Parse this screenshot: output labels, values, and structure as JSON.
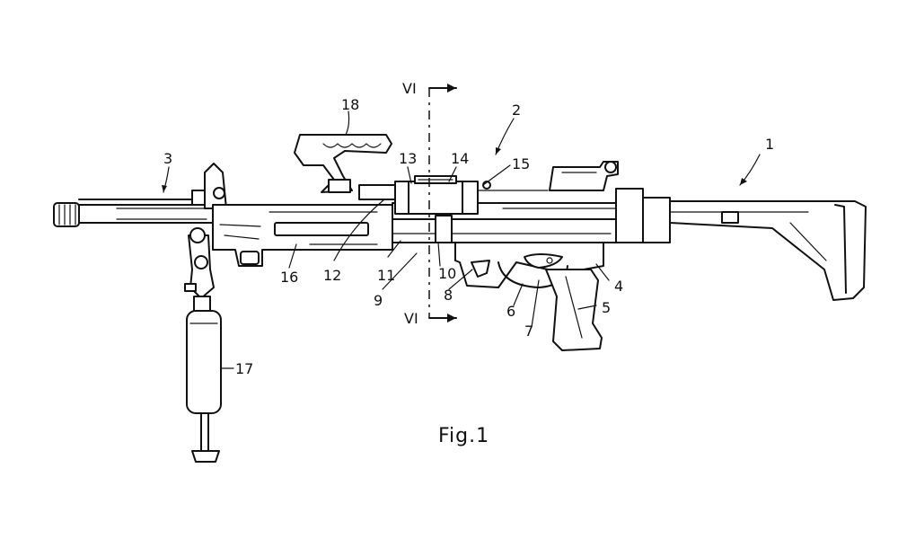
{
  "figure": {
    "caption": "Fig.1",
    "section_marker": "VI",
    "reference_numerals": [
      "1",
      "2",
      "3",
      "4",
      "5",
      "6",
      "7",
      "8",
      "9",
      "10",
      "11",
      "12",
      "13",
      "14",
      "15",
      "16",
      "17",
      "18"
    ]
  }
}
